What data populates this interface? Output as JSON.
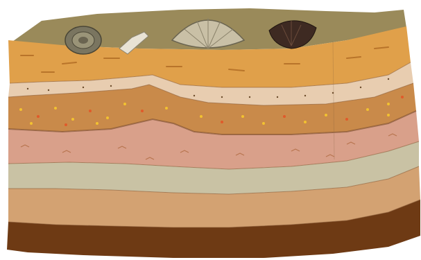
{
  "scene": {
    "subject": "sedimentary-rock-strata-block-with-fossils",
    "background_color": "#ffffff",
    "layers": [
      {
        "name": "topsoil-surface",
        "color": "#9a8a5a"
      },
      {
        "name": "ochre-sandstone",
        "color": "#e0a04a"
      },
      {
        "name": "pale-sand",
        "color": "#e8cdb0"
      },
      {
        "name": "speckled-conglomerate",
        "color": "#c98a4a"
      },
      {
        "name": "pink-shale",
        "color": "#d9a08a"
      },
      {
        "name": "grey-clay",
        "color": "#c9c2a4"
      },
      {
        "name": "tan-siltstone",
        "color": "#d3a272"
      },
      {
        "name": "brown-bedrock",
        "color": "#6e3a14"
      }
    ],
    "fossils": [
      {
        "name": "ammonite",
        "color": "#7a7560"
      },
      {
        "name": "bone-fragment",
        "color": "#e8e2d4"
      },
      {
        "name": "scallop-shell",
        "color": "#c9c0a6"
      },
      {
        "name": "dark-bivalve",
        "color": "#3e2a22"
      }
    ]
  }
}
